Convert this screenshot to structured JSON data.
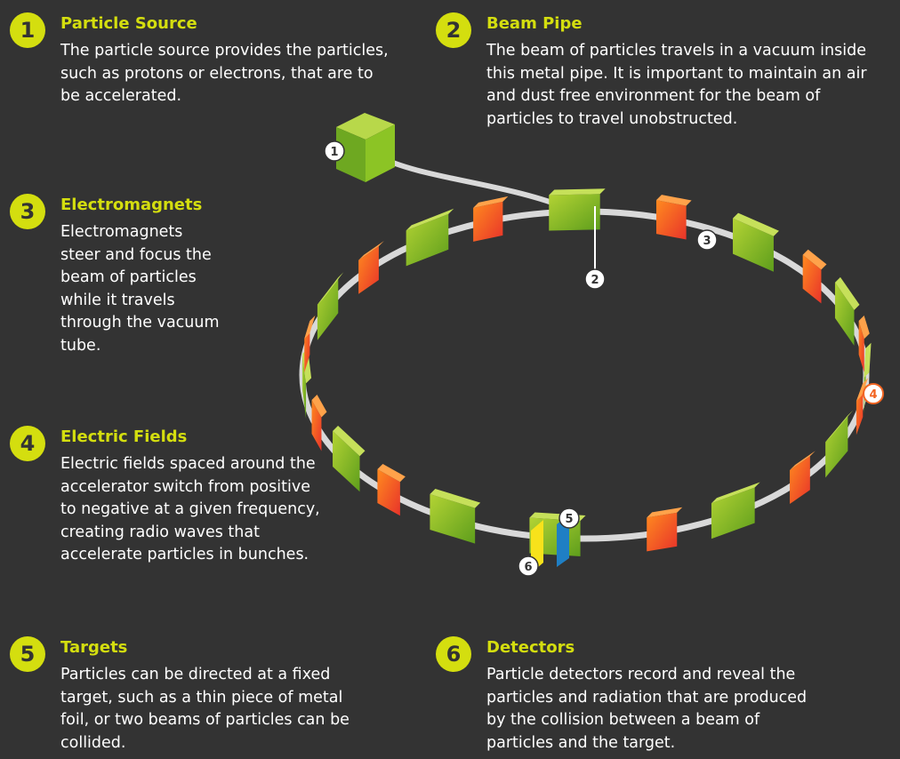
{
  "sections": {
    "s1": {
      "num": "1",
      "title": "Particle Source",
      "text": "The particle source provides the particles, such as protons or electrons, that are to be accelerated."
    },
    "s2": {
      "num": "2",
      "title": "Beam Pipe",
      "text": "The beam of particles travels in a vacuum inside this metal pipe. It is important to maintain an air and dust free environment for the beam of particles to travel unobstructed."
    },
    "s3": {
      "num": "3",
      "title": "Electromagnets",
      "text": "Electromagnets steer and focus the beam of particles while it travels through the vacuum tube."
    },
    "s4": {
      "num": "4",
      "title": "Electric Fields",
      "text": "Electric fields spaced around the accelerator switch from positive to negative at a given frequency, creating radio waves that accelerate particles in bunches."
    },
    "s5": {
      "num": "5",
      "title": "Targets",
      "text": "Particles can be directed at a fixed target, such as a thin piece of metal foil, or two beams of particles can be collided."
    },
    "s6": {
      "num": "6",
      "title": "Detectors",
      "text": "Particle detectors record and reveal the particles and radiation that are produced by the collision between a beam of particles and the target."
    }
  },
  "markers": {
    "m1": "1",
    "m2": "2",
    "m3": "3",
    "m4": "4",
    "m5": "5",
    "m6": "6"
  },
  "colors": {
    "background": "#333333",
    "accent": "#d4de0f",
    "magnet": "#8cc425",
    "electric_field": "#f26522",
    "target": "#f7e21b",
    "detector": "#1f7fc4",
    "pipe": "#d9d9d9"
  }
}
